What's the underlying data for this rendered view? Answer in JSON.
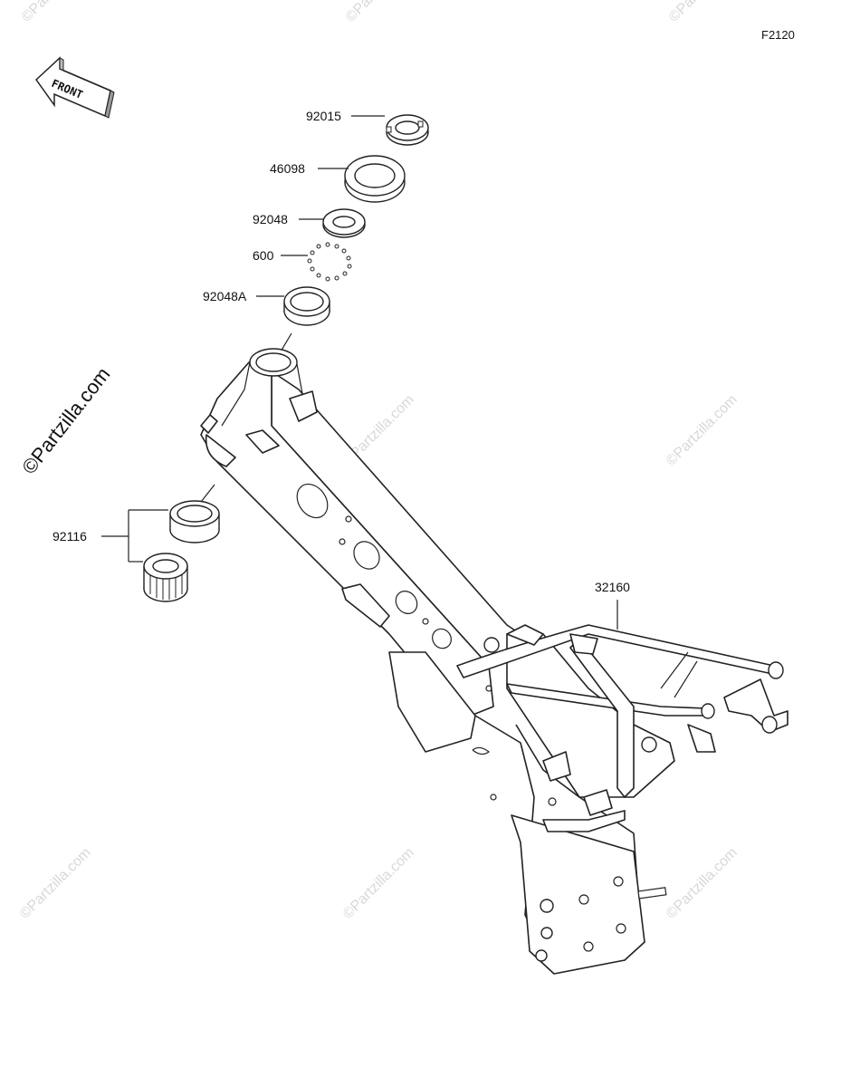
{
  "diagram_code": "F2120",
  "front_arrow_text": "FRONT",
  "brand_watermark": "©Partzilla.com",
  "watermark_text": "©Partzilla.com",
  "parts": {
    "p92015": "92015",
    "p46098": "46098",
    "p92048": "92048",
    "p600": "600",
    "p92048A": "92048A",
    "p92116": "92116",
    "p32160": "32160"
  }
}
